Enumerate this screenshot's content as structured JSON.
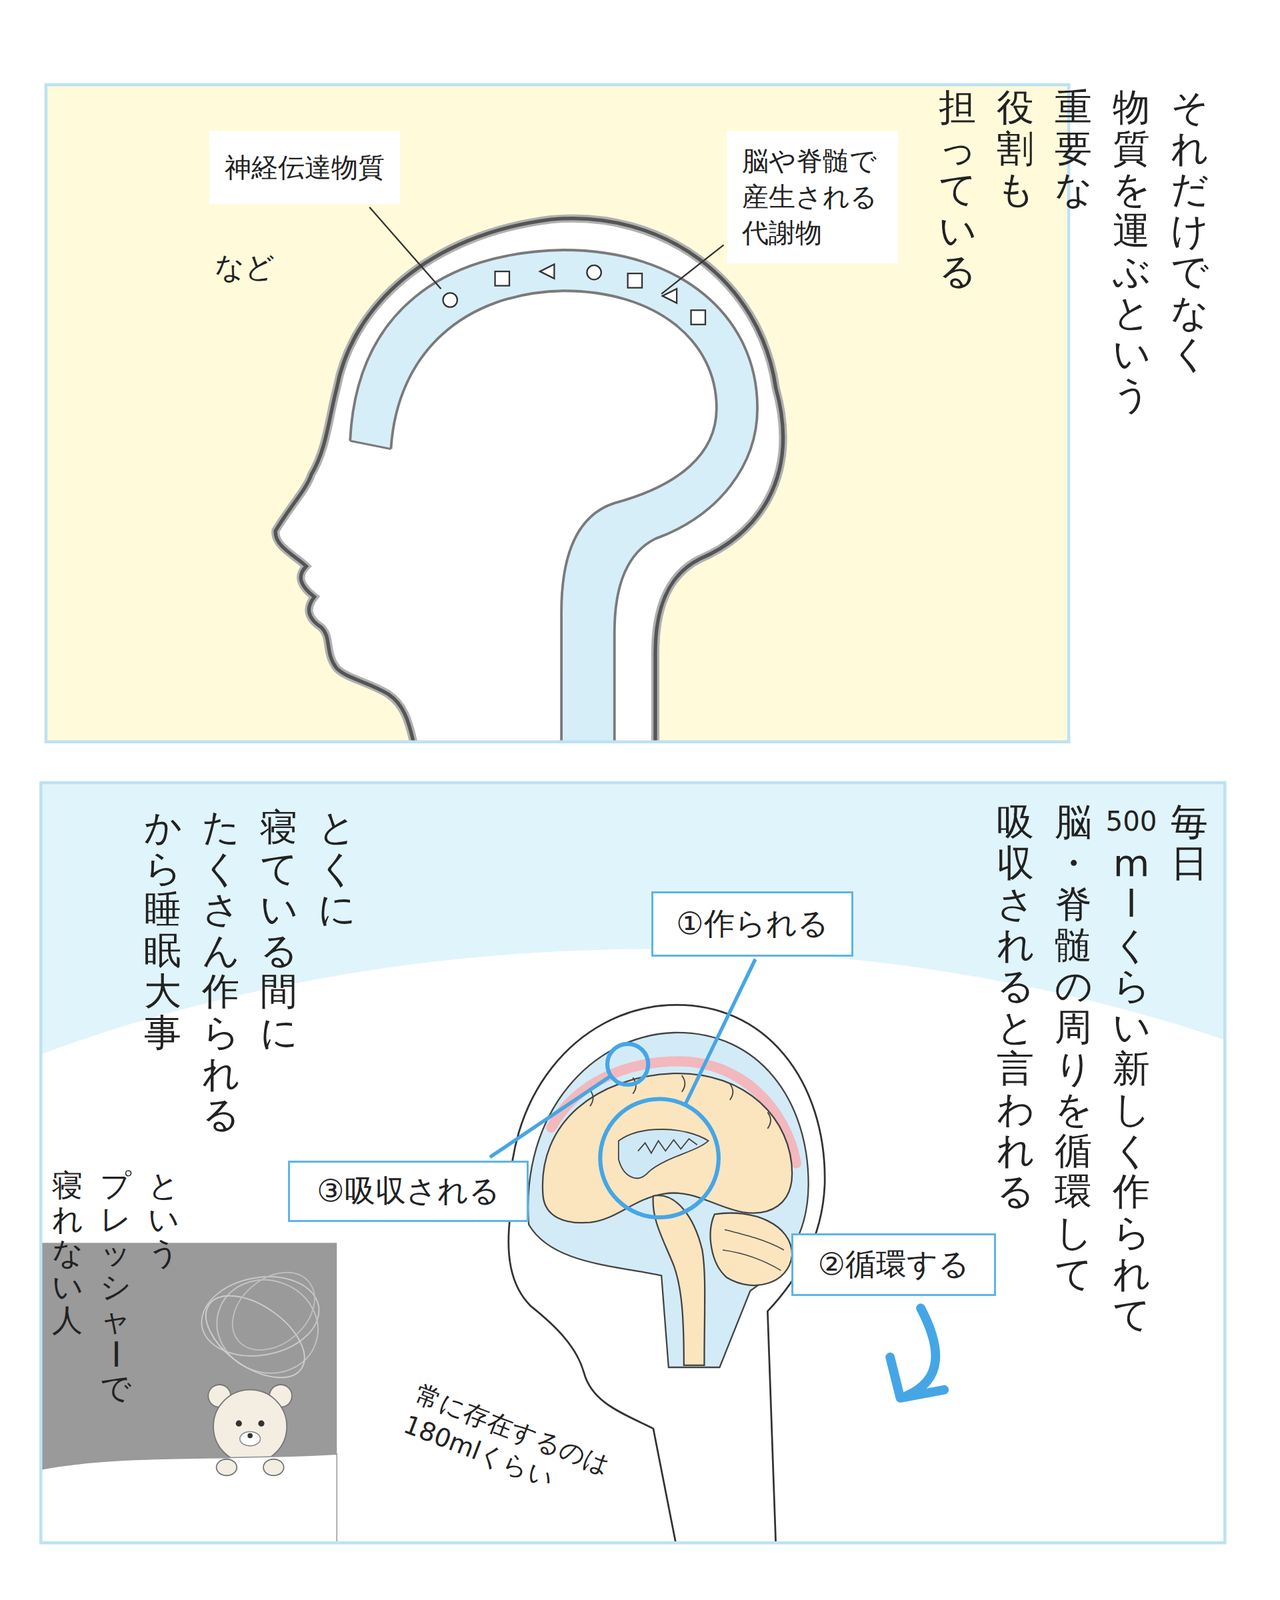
{
  "diagram": {
    "nodes": [
      {
        "text": [
          "神経伝達物質"
        ]
      },
      {
        "text": [
          "脳や脊髄で 産生される 代謝物"
        ]
      },
      {
        "text": [
          "①作られる"
        ]
      },
      {
        "text": [
          "②循環する"
        ]
      },
      {
        "text": [
          "③吸収される"
        ]
      }
    ],
    "labels": [
      "それだけでなく 物質を運ぶという 重要な 役割も 担っている",
      "など",
      "毎日 500mlくらい新しく作られて 脳・脊髄の周りを循環して 吸収されると言われる",
      "とくに 寝ている間に たくさん作られる から睡眠大事",
      "常に存在するのは 180mlくらい",
      "という プレッシャーで 寝れない人"
    ]
  }
}
